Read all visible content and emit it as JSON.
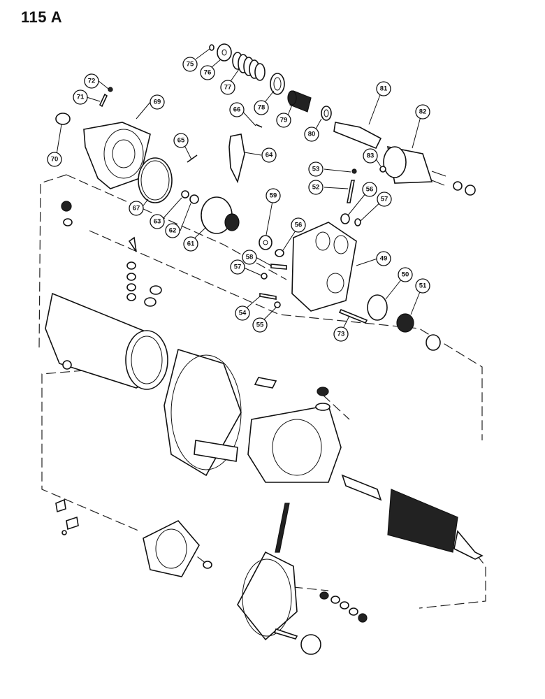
{
  "page": {
    "number": "115 A"
  },
  "callouts": [
    {
      "id": "c75",
      "label": "75"
    },
    {
      "id": "c76",
      "label": "76"
    },
    {
      "id": "c77",
      "label": "77"
    },
    {
      "id": "c78",
      "label": "78"
    },
    {
      "id": "c79",
      "label": "79"
    },
    {
      "id": "c80",
      "label": "80"
    },
    {
      "id": "c81",
      "label": "81"
    },
    {
      "id": "c82",
      "label": "82"
    },
    {
      "id": "c72",
      "label": "72"
    },
    {
      "id": "c71",
      "label": "71"
    },
    {
      "id": "c69",
      "label": "69"
    },
    {
      "id": "c70",
      "label": "70"
    },
    {
      "id": "c66",
      "label": "66"
    },
    {
      "id": "c65",
      "label": "65"
    },
    {
      "id": "c64",
      "label": "64"
    },
    {
      "id": "c83",
      "label": "83"
    },
    {
      "id": "c53",
      "label": "53"
    },
    {
      "id": "c52",
      "label": "52"
    },
    {
      "id": "c56a",
      "label": "56"
    },
    {
      "id": "c57a",
      "label": "57"
    },
    {
      "id": "c59",
      "label": "59"
    },
    {
      "id": "c67",
      "label": "67"
    },
    {
      "id": "c63",
      "label": "63"
    },
    {
      "id": "c62",
      "label": "62"
    },
    {
      "id": "c61",
      "label": "61"
    },
    {
      "id": "c56b",
      "label": "56"
    },
    {
      "id": "c58",
      "label": "58"
    },
    {
      "id": "c49",
      "label": "49"
    },
    {
      "id": "c57b",
      "label": "57"
    },
    {
      "id": "c50",
      "label": "50"
    },
    {
      "id": "c51",
      "label": "51"
    },
    {
      "id": "c54",
      "label": "54"
    },
    {
      "id": "c55",
      "label": "55"
    },
    {
      "id": "c73",
      "label": "73"
    }
  ]
}
